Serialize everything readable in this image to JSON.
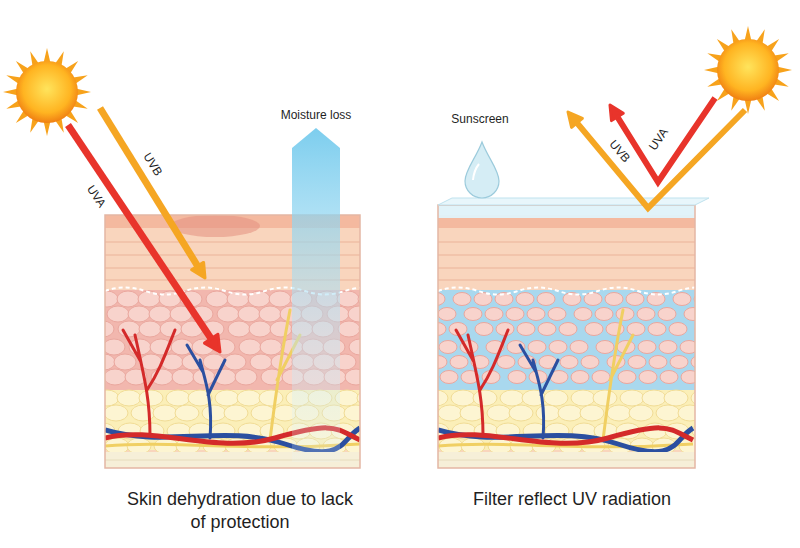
{
  "diagram": {
    "labels": [
      "UVA",
      "UVB",
      "Moisture loss",
      "Skin dehydration due to lack of protection",
      "Sunscreen",
      "UVA",
      "UVB",
      "Filter reflect UV radiation"
    ]
  }
}
